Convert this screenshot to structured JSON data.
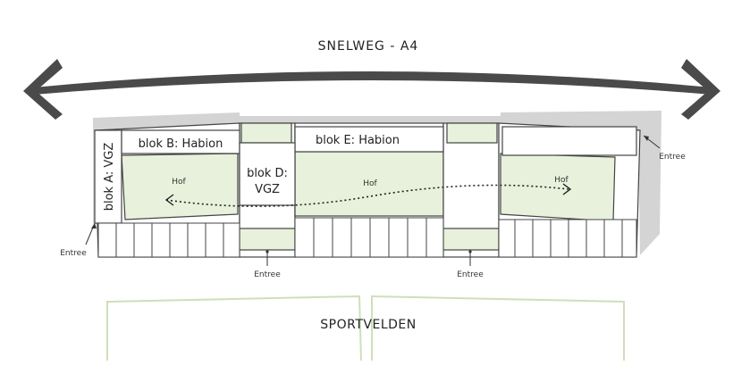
{
  "top_road": {
    "label": "SNELWEG - A4"
  },
  "bottom_area": {
    "label": "SPORTVELDEN"
  },
  "blocks": {
    "a": "blok A: VGZ",
    "b": "blok B: Habion",
    "d_line1": "blok D:",
    "d_line2": "VGZ",
    "e": "blok E: Habion"
  },
  "courtyards": {
    "left": "Hof",
    "middle": "Hof",
    "right": "Hof"
  },
  "entrances": {
    "left": "Entree",
    "bottom_left": "Entree",
    "bottom_right": "Entree",
    "right": "Entree"
  },
  "colors": {
    "courtyard_fill": "#e8f1dc",
    "field_stroke": "#cfdfba",
    "arrow": "#4a4a4a"
  }
}
